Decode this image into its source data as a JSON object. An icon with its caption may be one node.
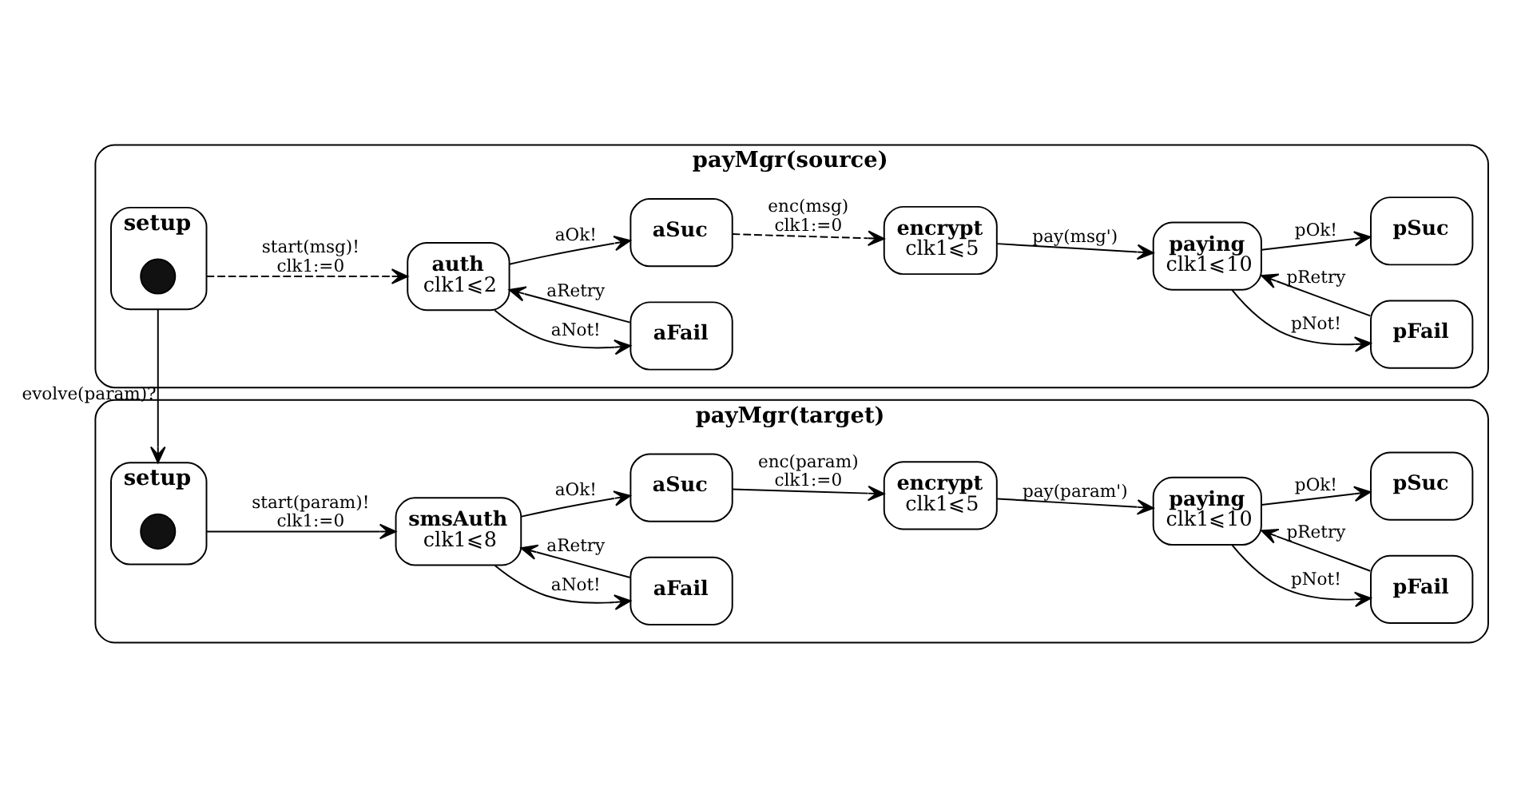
{
  "diagram": {
    "nodes": [
      {
        "text": [
          "payMgr(source)"
        ]
      },
      {
        "text": [
          "setup"
        ],
        "in": 0
      },
      {
        "text": [],
        "shape": "circle",
        "in": 1
      },
      {
        "text": [
          "auth",
          "clk1⩽2"
        ],
        "in": 0
      },
      {
        "text": [
          "aFail"
        ],
        "in": 0
      },
      {
        "text": [
          "aSuc"
        ],
        "in": 0
      },
      {
        "text": [
          "encrypt",
          "clk1⩽5"
        ],
        "in": 0
      },
      {
        "text": [
          "paying",
          "clk1⩽10"
        ],
        "in": 0
      },
      {
        "text": [
          "pFail"
        ],
        "in": 0
      },
      {
        "text": [
          "pSuc"
        ],
        "in": 0
      },
      {
        "text": [
          "payMgr(target)"
        ]
      },
      {
        "text": [
          "setup"
        ],
        "in": 10
      },
      {
        "text": [],
        "shape": "circle",
        "in": 11
      },
      {
        "text": [
          "smsAuth",
          "clk1⩽8"
        ],
        "in": 10
      },
      {
        "text": [
          "aFail"
        ],
        "in": 10
      },
      {
        "text": [
          "aSuc"
        ],
        "in": 10
      },
      {
        "text": [
          "encrypt",
          "clk1⩽5"
        ],
        "in": 10
      },
      {
        "text": [
          "paying",
          "clk1⩽10"
        ],
        "in": 10
      },
      {
        "text": [
          "pFail"
        ],
        "in": 10
      },
      {
        "text": [
          "pSuc"
        ],
        "in": 10
      }
    ],
    "edges": [
      {
        "from": 1,
        "to": 3,
        "arrow": "to",
        "label": [
          "start(msg)!",
          "clk1:=0"
        ],
        "style": "dashed"
      },
      {
        "from": 4,
        "to": 3,
        "arrow": "to",
        "label": "aRetry"
      },
      {
        "from": 3,
        "to": 4,
        "arrow": "to",
        "label": "aNot!"
      },
      {
        "from": 3,
        "to": 5,
        "arrow": "to",
        "label": "aOk!"
      },
      {
        "from": 5,
        "to": 6,
        "arrow": "to",
        "label": [
          "enc(msg)",
          "clk1:=0"
        ],
        "style": "dashed"
      },
      {
        "from": 6,
        "to": 7,
        "arrow": "to",
        "label": "pay(msg')"
      },
      {
        "from": 8,
        "to": 7,
        "arrow": "to",
        "label": "pRetry"
      },
      {
        "from": 7,
        "to": 8,
        "arrow": "to",
        "label": "pNot!"
      },
      {
        "from": 7,
        "to": 9,
        "arrow": "to",
        "label": "pOk!"
      },
      {
        "from": 1,
        "to": 11,
        "arrow": "to",
        "label": "evolve(param)?"
      },
      {
        "from": 11,
        "to": 13,
        "arrow": "to",
        "label": [
          "start(param)!",
          "clk1:=0"
        ]
      },
      {
        "from": 14,
        "to": 13,
        "arrow": "to",
        "label": "aRetry"
      },
      {
        "from": 13,
        "to": 14,
        "arrow": "to",
        "label": "aNot!"
      },
      {
        "from": 13,
        "to": 15,
        "arrow": "to",
        "label": "aOk!"
      },
      {
        "from": 15,
        "to": 16,
        "arrow": "to",
        "label": [
          "enc(param)",
          "clk1:=0"
        ]
      },
      {
        "from": 16,
        "to": 17,
        "arrow": "to",
        "label": "pay(param')"
      },
      {
        "from": 18,
        "to": 17,
        "arrow": "to",
        "label": "pRetry"
      },
      {
        "from": 17,
        "to": 18,
        "arrow": "to",
        "label": "pNot!"
      },
      {
        "from": 17,
        "to": 19,
        "arrow": "to",
        "label": "pOk!"
      }
    ]
  }
}
